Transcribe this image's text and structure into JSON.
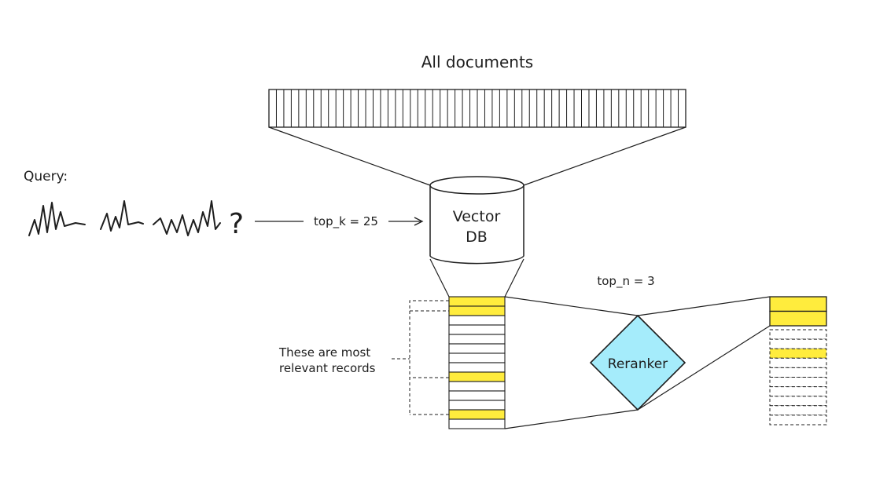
{
  "labels": {
    "all_documents": "All documents",
    "query_label": "Query:",
    "query_mark": "?",
    "top_k": "top_k = 25",
    "vector_db_line1": "Vector",
    "vector_db_line2": "DB",
    "top_n": "top_n = 3",
    "relevant_line1": "These are most",
    "relevant_line2": "relevant records",
    "reranker": "Reranker"
  },
  "colors": {
    "highlight": "#ffec3d",
    "reranker_fill": "#a5ecfb",
    "stroke": "#1e1e1e"
  },
  "structure": {
    "all_documents_count": 56,
    "retrieved_count": 14,
    "retrieved_highlight_rows": [
      0,
      1,
      8,
      12
    ],
    "reranked_solid_count": 2,
    "reranked_dashed_count": 10,
    "reranked_dashed_highlight_rows": [
      2
    ]
  }
}
